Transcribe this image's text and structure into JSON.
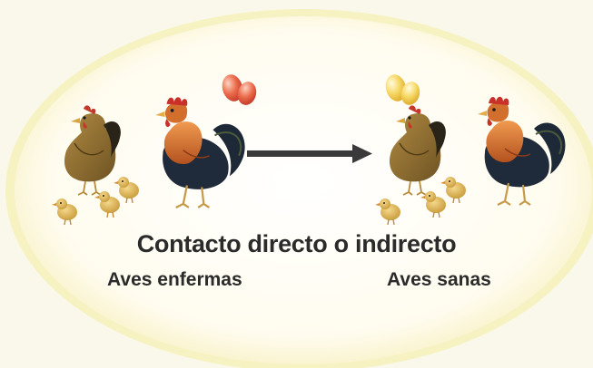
{
  "caption": "Contacto directo o indirecto",
  "labels": {
    "sick": "Aves enfermas",
    "healthy": "Aves sanas"
  },
  "colors": {
    "ellipse_fill": "#fffdf4",
    "ellipse_glow": "#f4eba3",
    "arrow": "#3a3a3a",
    "eggs_sick": "#e9654a",
    "eggs_healthy": "#f4cf55",
    "hen": "#8a6c2e",
    "rooster_body": "#1f2a3a",
    "rooster_neck": "#d0692b",
    "chick": "#e1b956"
  },
  "icons": {
    "eggs": "egg-pair-icon",
    "hen": "hen-icon",
    "rooster": "rooster-icon",
    "chick": "chick-icon",
    "arrow": "arrow-right-icon"
  }
}
